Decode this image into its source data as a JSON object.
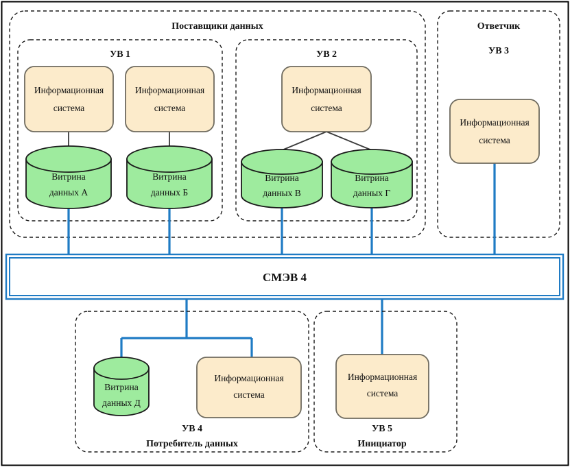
{
  "diagram": {
    "title_region_top": "Поставщики данных",
    "colors": {
      "is_fill": "#FCEBCB",
      "is_stroke": "#6E6A5E",
      "db_fill": "#9EEB9E",
      "db_stroke": "#1A1A1A",
      "link_blue": "#1F7BC4",
      "dashed_stroke": "#1A1A1A",
      "page_border": "#000000",
      "text": "#111111"
    }
  },
  "containers": {
    "providers": {
      "label": "Поставщики данных"
    },
    "uv1": {
      "label": "УВ 1"
    },
    "uv2": {
      "label": "УВ 2"
    },
    "uv3": {
      "label_role": "Ответчик",
      "label": "УВ 3"
    },
    "uv4": {
      "label": "УВ 4",
      "label_role": "Потребитель данных"
    },
    "uv5": {
      "label": "УВ 5",
      "label_role": "Инициатор"
    }
  },
  "hub": {
    "label": "СМЭВ 4"
  },
  "nodes": {
    "is_uv1_a": {
      "line1": "Информационная",
      "line2": "система"
    },
    "is_uv1_b": {
      "line1": "Информационная",
      "line2": "система"
    },
    "is_uv2": {
      "line1": "Информационная",
      "line2": "система"
    },
    "is_uv3": {
      "line1": "Информационная",
      "line2": "система"
    },
    "is_uv4": {
      "line1": "Информационная",
      "line2": "система"
    },
    "is_uv5": {
      "line1": "Информационная",
      "line2": "система"
    },
    "db_a": {
      "line1": "Витрина",
      "line2": "данных А"
    },
    "db_b": {
      "line1": "Витрина",
      "line2": "данных Б"
    },
    "db_v": {
      "line1": "Витрина",
      "line2": "данных В"
    },
    "db_g": {
      "line1": "Витрина",
      "line2": "данных Г"
    },
    "db_d": {
      "line1": "Витрина",
      "line2": "данных Д"
    }
  }
}
